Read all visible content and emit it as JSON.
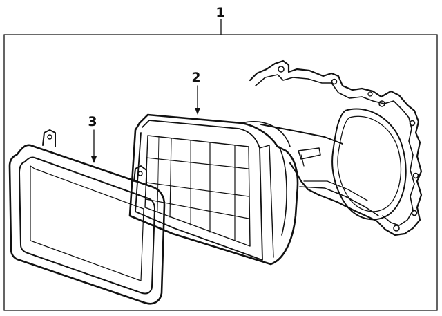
{
  "diagram": {
    "callouts": [
      {
        "id": "1",
        "label": "1"
      },
      {
        "id": "2",
        "label": "2"
      },
      {
        "id": "3",
        "label": "3"
      }
    ],
    "colors": {
      "line": "#111111",
      "background": "#ffffff"
    }
  }
}
